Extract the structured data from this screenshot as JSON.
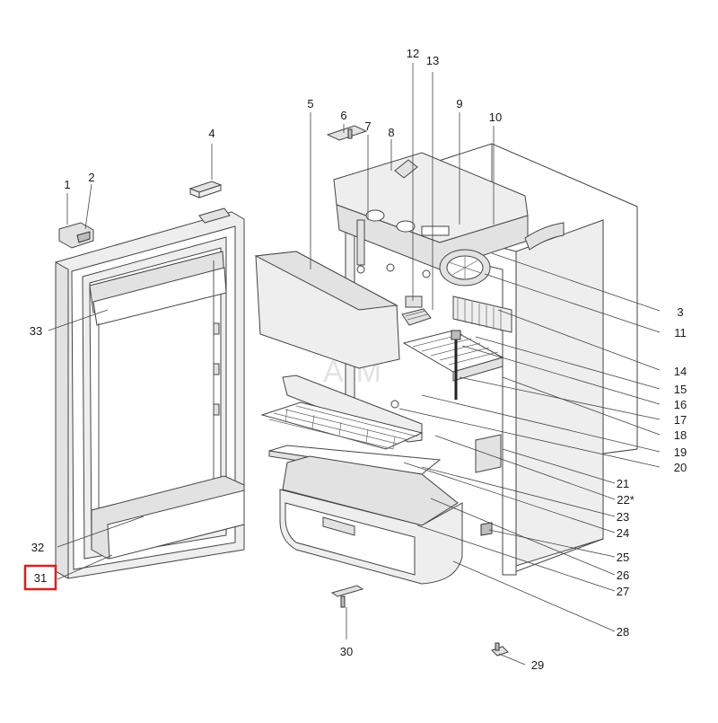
{
  "colors": {
    "highlight": "#d92020",
    "line": "#444444",
    "background": "#ffffff"
  },
  "highlighted_callout": "31",
  "watermark_text": "ZYAM",
  "callouts": [
    {
      "id": "c1",
      "label": "1"
    },
    {
      "id": "c2",
      "label": "2"
    },
    {
      "id": "c3",
      "label": "3"
    },
    {
      "id": "c4",
      "label": "4"
    },
    {
      "id": "c5",
      "label": "5"
    },
    {
      "id": "c6",
      "label": "6"
    },
    {
      "id": "c7",
      "label": "7"
    },
    {
      "id": "c8",
      "label": "8"
    },
    {
      "id": "c9",
      "label": "9"
    },
    {
      "id": "c10",
      "label": "10"
    },
    {
      "id": "c11",
      "label": "11"
    },
    {
      "id": "c12",
      "label": "12"
    },
    {
      "id": "c13",
      "label": "13"
    },
    {
      "id": "c14",
      "label": "14"
    },
    {
      "id": "c15",
      "label": "15"
    },
    {
      "id": "c16",
      "label": "16"
    },
    {
      "id": "c17",
      "label": "17"
    },
    {
      "id": "c18",
      "label": "18"
    },
    {
      "id": "c19",
      "label": "19"
    },
    {
      "id": "c20",
      "label": "20"
    },
    {
      "id": "c21",
      "label": "21"
    },
    {
      "id": "c22",
      "label": "22*"
    },
    {
      "id": "c23",
      "label": "23"
    },
    {
      "id": "c24",
      "label": "24"
    },
    {
      "id": "c25",
      "label": "25"
    },
    {
      "id": "c26",
      "label": "26"
    },
    {
      "id": "c27",
      "label": "27"
    },
    {
      "id": "c28",
      "label": "28"
    },
    {
      "id": "c29",
      "label": "29"
    },
    {
      "id": "c30",
      "label": "30"
    },
    {
      "id": "c31",
      "label": "31"
    },
    {
      "id": "c32",
      "label": "32"
    },
    {
      "id": "c33",
      "label": "33"
    }
  ]
}
